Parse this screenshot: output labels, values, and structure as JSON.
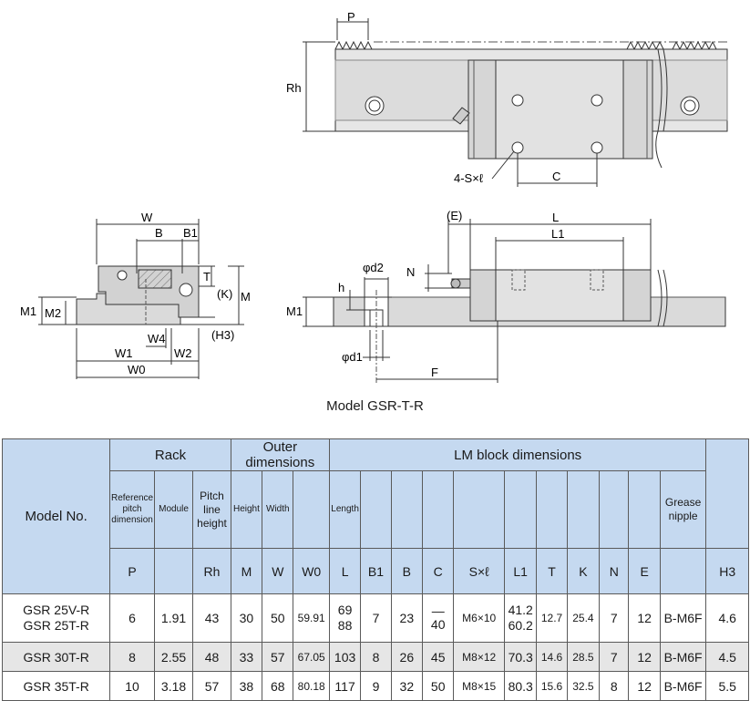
{
  "drawing": {
    "top_view_labels": {
      "p": "P",
      "rh": "Rh",
      "holes": "4-S×ℓ",
      "c": "C"
    },
    "front_view_labels": {
      "w": "W",
      "b": "B",
      "b1": "B1",
      "t": "T",
      "k": "(K)",
      "m": "M",
      "m1": "M1",
      "m2": "M2",
      "w4": "W4",
      "h3": "(H3)",
      "w1": "W1",
      "w2": "W2",
      "w0": "W0"
    },
    "side_view_labels": {
      "e": "(E)",
      "l": "L",
      "l1": "L1",
      "d2": "φd2",
      "n": "N",
      "h": "h",
      "m1": "M1",
      "d1": "φd1",
      "f": "F"
    },
    "caption": "Model GSR-T-R"
  },
  "table": {
    "group_headers": {
      "model": "Model No.",
      "rack": "Rack",
      "outer": "Outer dimensions",
      "lm": "LM block dimensions"
    },
    "sub_headers": {
      "ref_pitch": [
        "Reference",
        "pitch",
        "dimension"
      ],
      "module": "Module",
      "pitch_line": [
        "Pitch",
        "line",
        "height"
      ],
      "height": "Height",
      "width": "Width",
      "length": "Length",
      "grease": [
        "Grease",
        "nipple"
      ]
    },
    "symbols": [
      "P",
      "",
      "Rh",
      "M",
      "W",
      "W0",
      "L",
      "B1",
      "B",
      "C",
      "S×ℓ",
      "L1",
      "T",
      "K",
      "N",
      "E",
      "",
      "H3"
    ],
    "rows": [
      {
        "model": [
          "GSR 25V-R",
          "GSR 25T-R"
        ],
        "P": "6",
        "module": "1.91",
        "Rh": "43",
        "M": "30",
        "W": "50",
        "W0": "59.91",
        "L": [
          "69",
          "88"
        ],
        "B1": "7",
        "B": "23",
        "C": [
          "—",
          "40"
        ],
        "S": "M6×10",
        "L1": [
          "41.2",
          "60.2"
        ],
        "T": "12.7",
        "K": "25.4",
        "N": "7",
        "E": "12",
        "grease": "B-M6F",
        "H3": "4.6"
      },
      {
        "model": [
          "GSR 30T-R"
        ],
        "P": "8",
        "module": "2.55",
        "Rh": "48",
        "M": "33",
        "W": "57",
        "W0": "67.05",
        "L": [
          "103"
        ],
        "B1": "8",
        "B": "26",
        "C": [
          "45"
        ],
        "S": "M8×12",
        "L1": [
          "70.3"
        ],
        "T": "14.6",
        "K": "28.5",
        "N": "7",
        "E": "12",
        "grease": "B-M6F",
        "H3": "4.5"
      },
      {
        "model": [
          "GSR 35T-R"
        ],
        "P": "10",
        "module": "3.18",
        "Rh": "57",
        "M": "38",
        "W": "68",
        "W0": "80.18",
        "L": [
          "117"
        ],
        "B1": "9",
        "B": "32",
        "C": [
          "50"
        ],
        "S": "M8×15",
        "L1": [
          "80.3"
        ],
        "T": "15.6",
        "K": "32.5",
        "N": "8",
        "E": "12",
        "grease": "B-M6F",
        "H3": "5.5"
      }
    ]
  }
}
